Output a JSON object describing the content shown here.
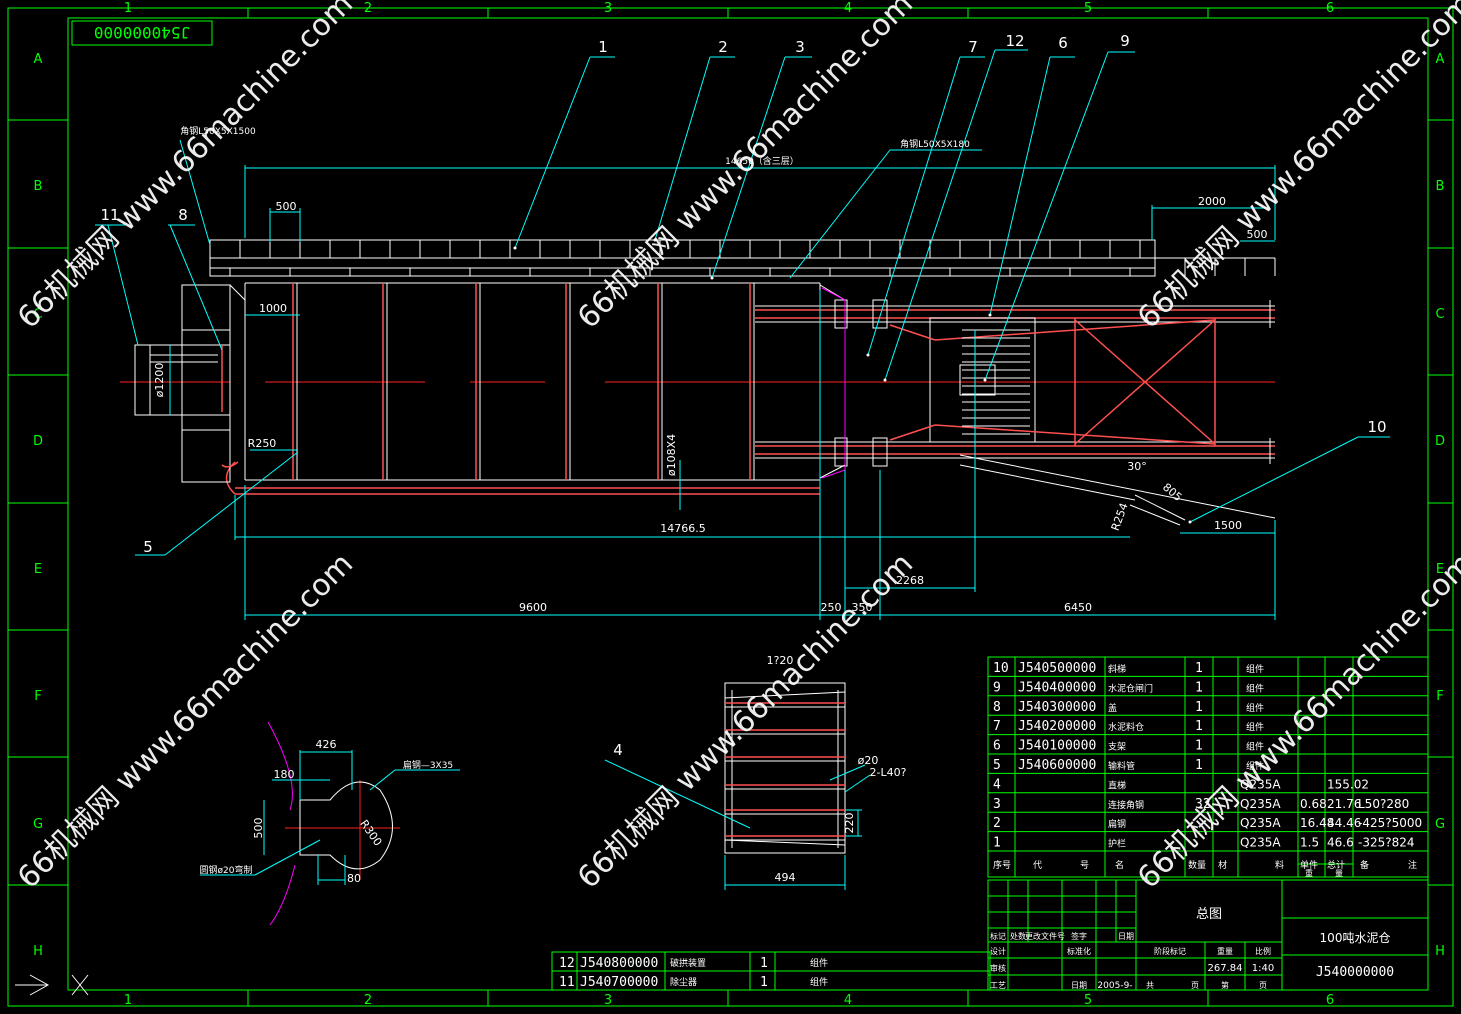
{
  "drawing_number_box": "J540000000",
  "grid": {
    "columns": [
      "1",
      "2",
      "3",
      "4",
      "5",
      "6"
    ],
    "rows": [
      "A",
      "B",
      "C",
      "D",
      "E",
      "F",
      "G",
      "H"
    ]
  },
  "watermark": "66机械网 www.66machine.com",
  "balloons": [
    "1",
    "2",
    "3",
    "7",
    "12",
    "6",
    "9",
    "11",
    "8",
    "10",
    "5",
    "4"
  ],
  "dimensions": {
    "pitch_500": "500",
    "left_1000": "1000",
    "diameter_left": "ø1200",
    "radius_250": "R250",
    "pipe_108": "ø108X4",
    "overall_14766": "14766.5",
    "seg_9600": "9600",
    "seg_250": "250",
    "seg_350": "350",
    "seg_6450": "6450",
    "seg_2268": "2268",
    "right_2000": "2000",
    "right_500": "500",
    "right_1500": "1500",
    "angle_30": "30°",
    "slope_805": "805",
    "radius_254": "R254",
    "top_label": "14650（含三层）",
    "angle_note": "角钢L50X5X180",
    "angle_note_left": "角钢L50X5X1500"
  },
  "detail_left": {
    "d426": "426",
    "d180": "180",
    "d500": "500",
    "d80": "80",
    "r300": "R300",
    "note_top": "扁钢—3X35",
    "note_bottom": "圆钢ø20弯制"
  },
  "detail_mid": {
    "top": "1?20",
    "d20": "ø20",
    "l40": "2-L40?",
    "d220": "220",
    "d494": "494"
  },
  "bom": [
    {
      "no": "10",
      "code": "J540500000",
      "name": "斜梯",
      "qty": "1",
      "mat": "组件",
      "unit": "",
      "total": "",
      "remark": ""
    },
    {
      "no": "9",
      "code": "J540400000",
      "name": "水泥仓闸门",
      "qty": "1",
      "mat": "组件",
      "unit": "",
      "total": "",
      "remark": ""
    },
    {
      "no": "8",
      "code": "J540300000",
      "name": "盖",
      "qty": "1",
      "mat": "组件",
      "unit": "",
      "total": "",
      "remark": ""
    },
    {
      "no": "7",
      "code": "J540200000",
      "name": "水泥料仓",
      "qty": "1",
      "mat": "组件",
      "unit": "",
      "total": "",
      "remark": ""
    },
    {
      "no": "6",
      "code": "J540100000",
      "name": "支架",
      "qty": "1",
      "mat": "组件",
      "unit": "",
      "total": "",
      "remark": ""
    },
    {
      "no": "5",
      "code": "J540600000",
      "name": "输料管",
      "qty": "1",
      "mat": "组件",
      "unit": "",
      "total": "",
      "remark": ""
    },
    {
      "no": "4",
      "code": "",
      "name": "直梯",
      "qty": "",
      "mat": "Q235A",
      "unit": "",
      "total": "155.02",
      "remark": ""
    },
    {
      "no": "3",
      "code": "",
      "name": "连接角钢",
      "qty": "32",
      "mat": "Q235A",
      "unit": "0.68",
      "total": "21.76",
      "remark": "L50?280"
    },
    {
      "no": "2",
      "code": "",
      "name": "扁钢",
      "qty": "",
      "mat": "Q235A",
      "unit": "16.48",
      "total": "44.46",
      "remark": "-425?5000"
    },
    {
      "no": "1",
      "code": "",
      "name": "护栏",
      "qty": "",
      "mat": "Q235A",
      "unit": "1.5",
      "total": "46.6",
      "remark": "-325?824"
    }
  ],
  "bom_header": [
    "序号",
    "代",
    "号",
    "名",
    "数量",
    "材",
    "料",
    "单件",
    "总计",
    "备",
    "注"
  ],
  "bom_header_sub": [
    "重",
    "量"
  ],
  "title_block": {
    "title": "总图",
    "product": "100吨水泥仓",
    "drawing_no": "J540000000",
    "weight": "267.84",
    "scale": "1:40",
    "date": "2005-9-",
    "labels": [
      "标记",
      "处数",
      "更改文件号",
      "签字",
      "日期",
      "设计",
      "标准化",
      "审核",
      "工艺",
      "日期",
      "阶段标记",
      "重量",
      "比例",
      "共",
      "页",
      "第",
      "页"
    ]
  },
  "bom2": [
    {
      "no": "12",
      "code": "J540800000",
      "name": "破拱装置",
      "qty": "1",
      "mat": "组件"
    },
    {
      "no": "11",
      "code": "J540700000",
      "name": "除尘器",
      "qty": "1",
      "mat": "组件"
    }
  ]
}
